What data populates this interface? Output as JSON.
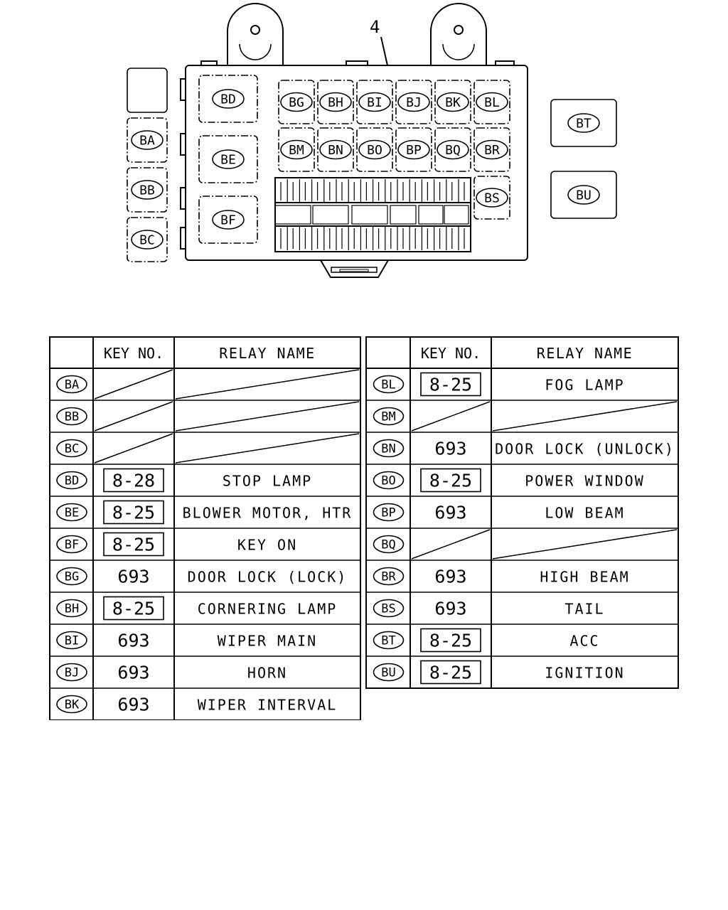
{
  "callout": "4",
  "box_labels": {
    "left": [
      "BA",
      "BB",
      "BC"
    ],
    "big": [
      "BD",
      "BE",
      "BF"
    ],
    "row1": [
      "BG",
      "BH",
      "BI",
      "BJ",
      "BK",
      "BL"
    ],
    "row2": [
      "BM",
      "BN",
      "BO",
      "BP",
      "BQ",
      "BR"
    ],
    "bs": "BS",
    "right": [
      "BT",
      "BU"
    ]
  },
  "headers": {
    "key": "KEY NO.",
    "relay": "RELAY NAME"
  },
  "table_left": [
    {
      "id": "BA",
      "key": null,
      "boxed": false,
      "name": null
    },
    {
      "id": "BB",
      "key": null,
      "boxed": false,
      "name": null
    },
    {
      "id": "BC",
      "key": null,
      "boxed": false,
      "name": null
    },
    {
      "id": "BD",
      "key": "8-28",
      "boxed": true,
      "name": "STOP LAMP"
    },
    {
      "id": "BE",
      "key": "8-25",
      "boxed": true,
      "name": "BLOWER MOTOR, HTR"
    },
    {
      "id": "BF",
      "key": "8-25",
      "boxed": true,
      "name": "KEY ON"
    },
    {
      "id": "BG",
      "key": "693",
      "boxed": false,
      "name": "DOOR LOCK (LOCK)"
    },
    {
      "id": "BH",
      "key": "8-25",
      "boxed": true,
      "name": "CORNERING LAMP"
    },
    {
      "id": "BI",
      "key": "693",
      "boxed": false,
      "name": "WIPER MAIN"
    },
    {
      "id": "BJ",
      "key": "693",
      "boxed": false,
      "name": "HORN"
    },
    {
      "id": "BK",
      "key": "693",
      "boxed": false,
      "name": "WIPER INTERVAL"
    }
  ],
  "table_right": [
    {
      "id": "BL",
      "key": "8-25",
      "boxed": true,
      "name": "FOG LAMP"
    },
    {
      "id": "BM",
      "key": null,
      "boxed": false,
      "name": null
    },
    {
      "id": "BN",
      "key": "693",
      "boxed": false,
      "name": "DOOR LOCK (UNLOCK)"
    },
    {
      "id": "BO",
      "key": "8-25",
      "boxed": true,
      "name": "POWER WINDOW"
    },
    {
      "id": "BP",
      "key": "693",
      "boxed": false,
      "name": "LOW BEAM"
    },
    {
      "id": "BQ",
      "key": null,
      "boxed": false,
      "name": null
    },
    {
      "id": "BR",
      "key": "693",
      "boxed": false,
      "name": "HIGH BEAM"
    },
    {
      "id": "BS",
      "key": "693",
      "boxed": false,
      "name": "TAIL"
    },
    {
      "id": "BT",
      "key": "8-25",
      "boxed": true,
      "name": "ACC"
    },
    {
      "id": "BU",
      "key": "8-25",
      "boxed": true,
      "name": "IGNITION"
    }
  ]
}
